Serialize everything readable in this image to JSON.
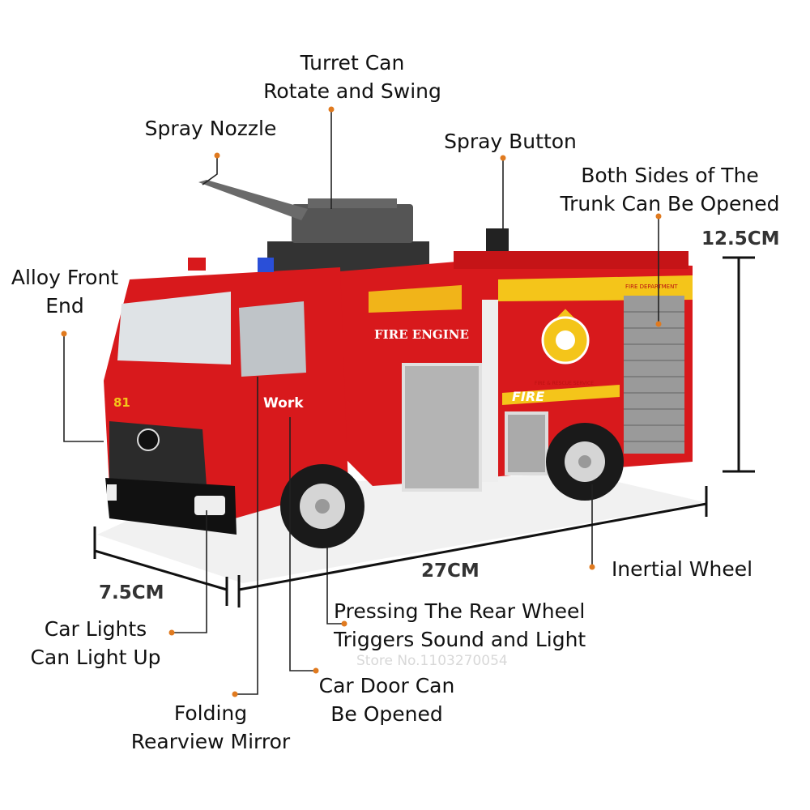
{
  "callouts": {
    "turret": [
      "Turret Can",
      "Rotate and Swing"
    ],
    "spray_nozzle": "Spray Nozzle",
    "spray_button": "Spray Button",
    "trunk": [
      "Both Sides of The",
      "Trunk Can Be Opened"
    ],
    "alloy_front": [
      "Alloy Front",
      "End"
    ],
    "inertial_wheel": "Inertial Wheel",
    "rear_wheel": [
      "Pressing The Rear Wheel",
      "Triggers Sound and Light"
    ],
    "car_lights": [
      "Car Lights",
      "Can Light Up"
    ],
    "car_door": [
      "Car Door Can",
      "Be Opened"
    ],
    "mirror": [
      "Folding",
      "Rearview Mirror"
    ]
  },
  "dimensions": {
    "height": "12.5CM",
    "length": "27CM",
    "width": "7.5CM"
  },
  "truck_markings": {
    "side_text": "FIRE ENGINE",
    "fire": "FIRE",
    "cab_number": "81",
    "cab_badge": "Work",
    "dept": "FIRE DEPARTMENT",
    "service": "FIRE & RESCUE SERVICE"
  },
  "watermark": "Store No.1103270054",
  "colors": {
    "truck_red": "#d8191c",
    "callout_dot": "#e07a1f",
    "stripe_yellow": "#f4c51a"
  }
}
